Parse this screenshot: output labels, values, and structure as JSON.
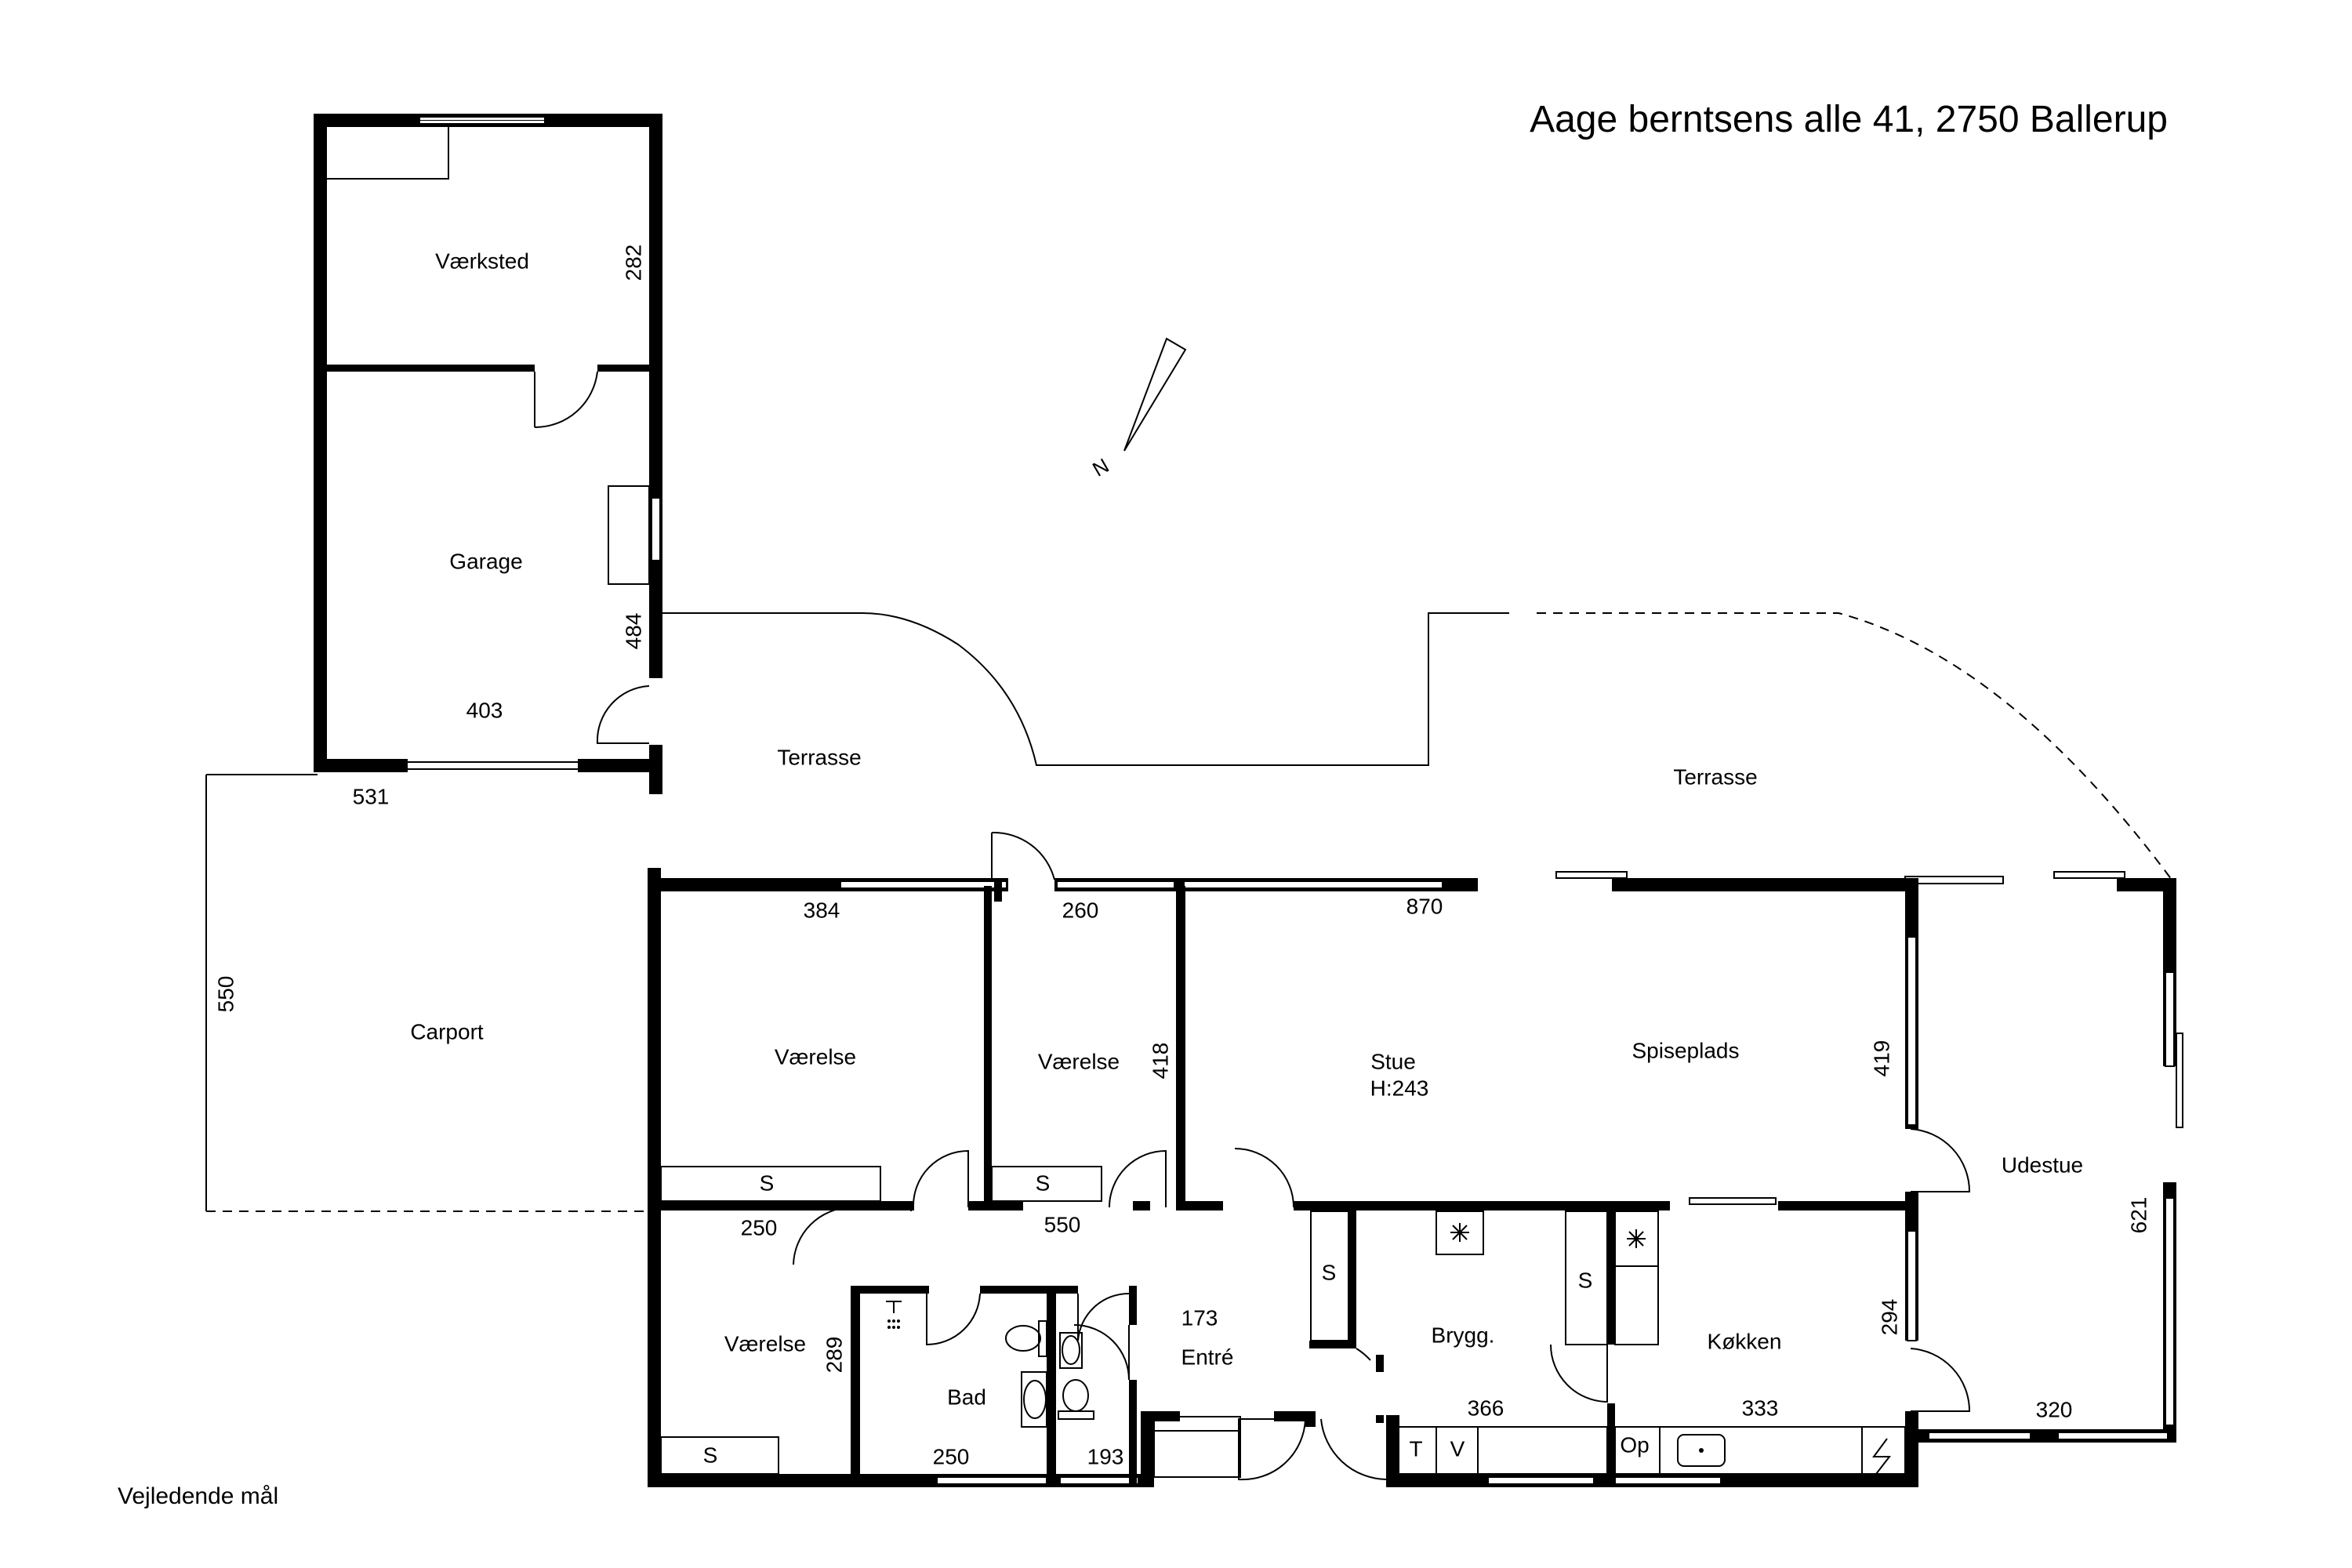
{
  "plan": {
    "address": "Aage berntsens alle 41, 2750 Ballerup",
    "footnote": "Vejledende mål",
    "north_label": "N",
    "rooms": {
      "workshop": "Værksted",
      "garage": "Garage",
      "carport": "Carport",
      "terrace_1": "Terrasse",
      "terrace_2": "Terrasse",
      "bedroom_1": "Værelse",
      "bedroom_2": "Værelse",
      "bedroom_3": "Værelse",
      "living": "Stue",
      "living_height": "H:243",
      "dining": "Spiseplads",
      "sunroom": "Udestue",
      "bath": "Bad",
      "entrance": "Entré",
      "utility": "Brygg.",
      "kitchen": "Køkken"
    },
    "dimensions": {
      "workshop_side": "282",
      "garage_side": "484",
      "garage_width": "403",
      "garage_base": "531",
      "carport_side": "550",
      "bedroom_1_width": "384",
      "bedroom_2_width": "260",
      "living_width": "870",
      "bedroom_2_side": "418",
      "dining_side": "419",
      "hall_width_1": "250",
      "hall_width_2": "550",
      "bedroom_3_side": "289",
      "bath_width": "250",
      "wc_width": "193",
      "entrance_width": "173",
      "utility_width": "366",
      "kitchen_width": "333",
      "kitchen_side": "294",
      "sunroom_side": "621",
      "sunroom_width": "320"
    },
    "fixtures": {
      "wardrobe": "S",
      "dryer": "T",
      "washer": "V",
      "dishwasher": "Op"
    }
  }
}
